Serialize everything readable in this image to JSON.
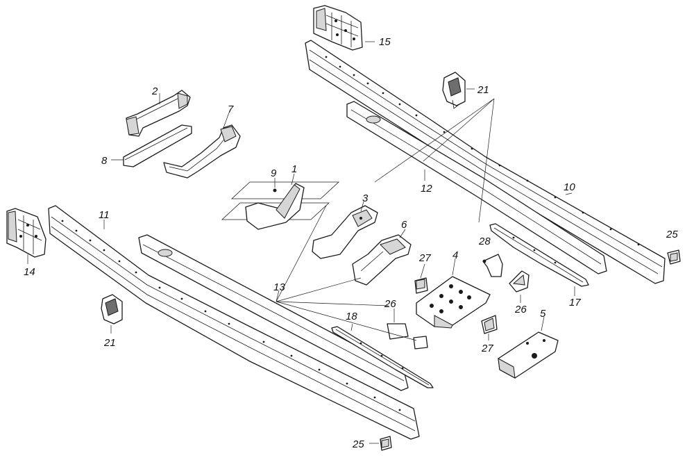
{
  "labels": {
    "l1": "1",
    "l2": "2",
    "l3": "3",
    "l4": "4",
    "l5": "5",
    "l6": "6",
    "l7": "7",
    "l8": "8",
    "l9": "9",
    "l10": "10",
    "l11": "11",
    "l12": "12",
    "l13": "13",
    "l14": "14",
    "l15": "15",
    "l17": "17",
    "l18": "18",
    "l21a": "21",
    "l21b": "21",
    "l25a": "25",
    "l25b": "25",
    "l26a": "26",
    "l26b": "26",
    "l27a": "27",
    "l27b": "27",
    "l28": "28"
  }
}
